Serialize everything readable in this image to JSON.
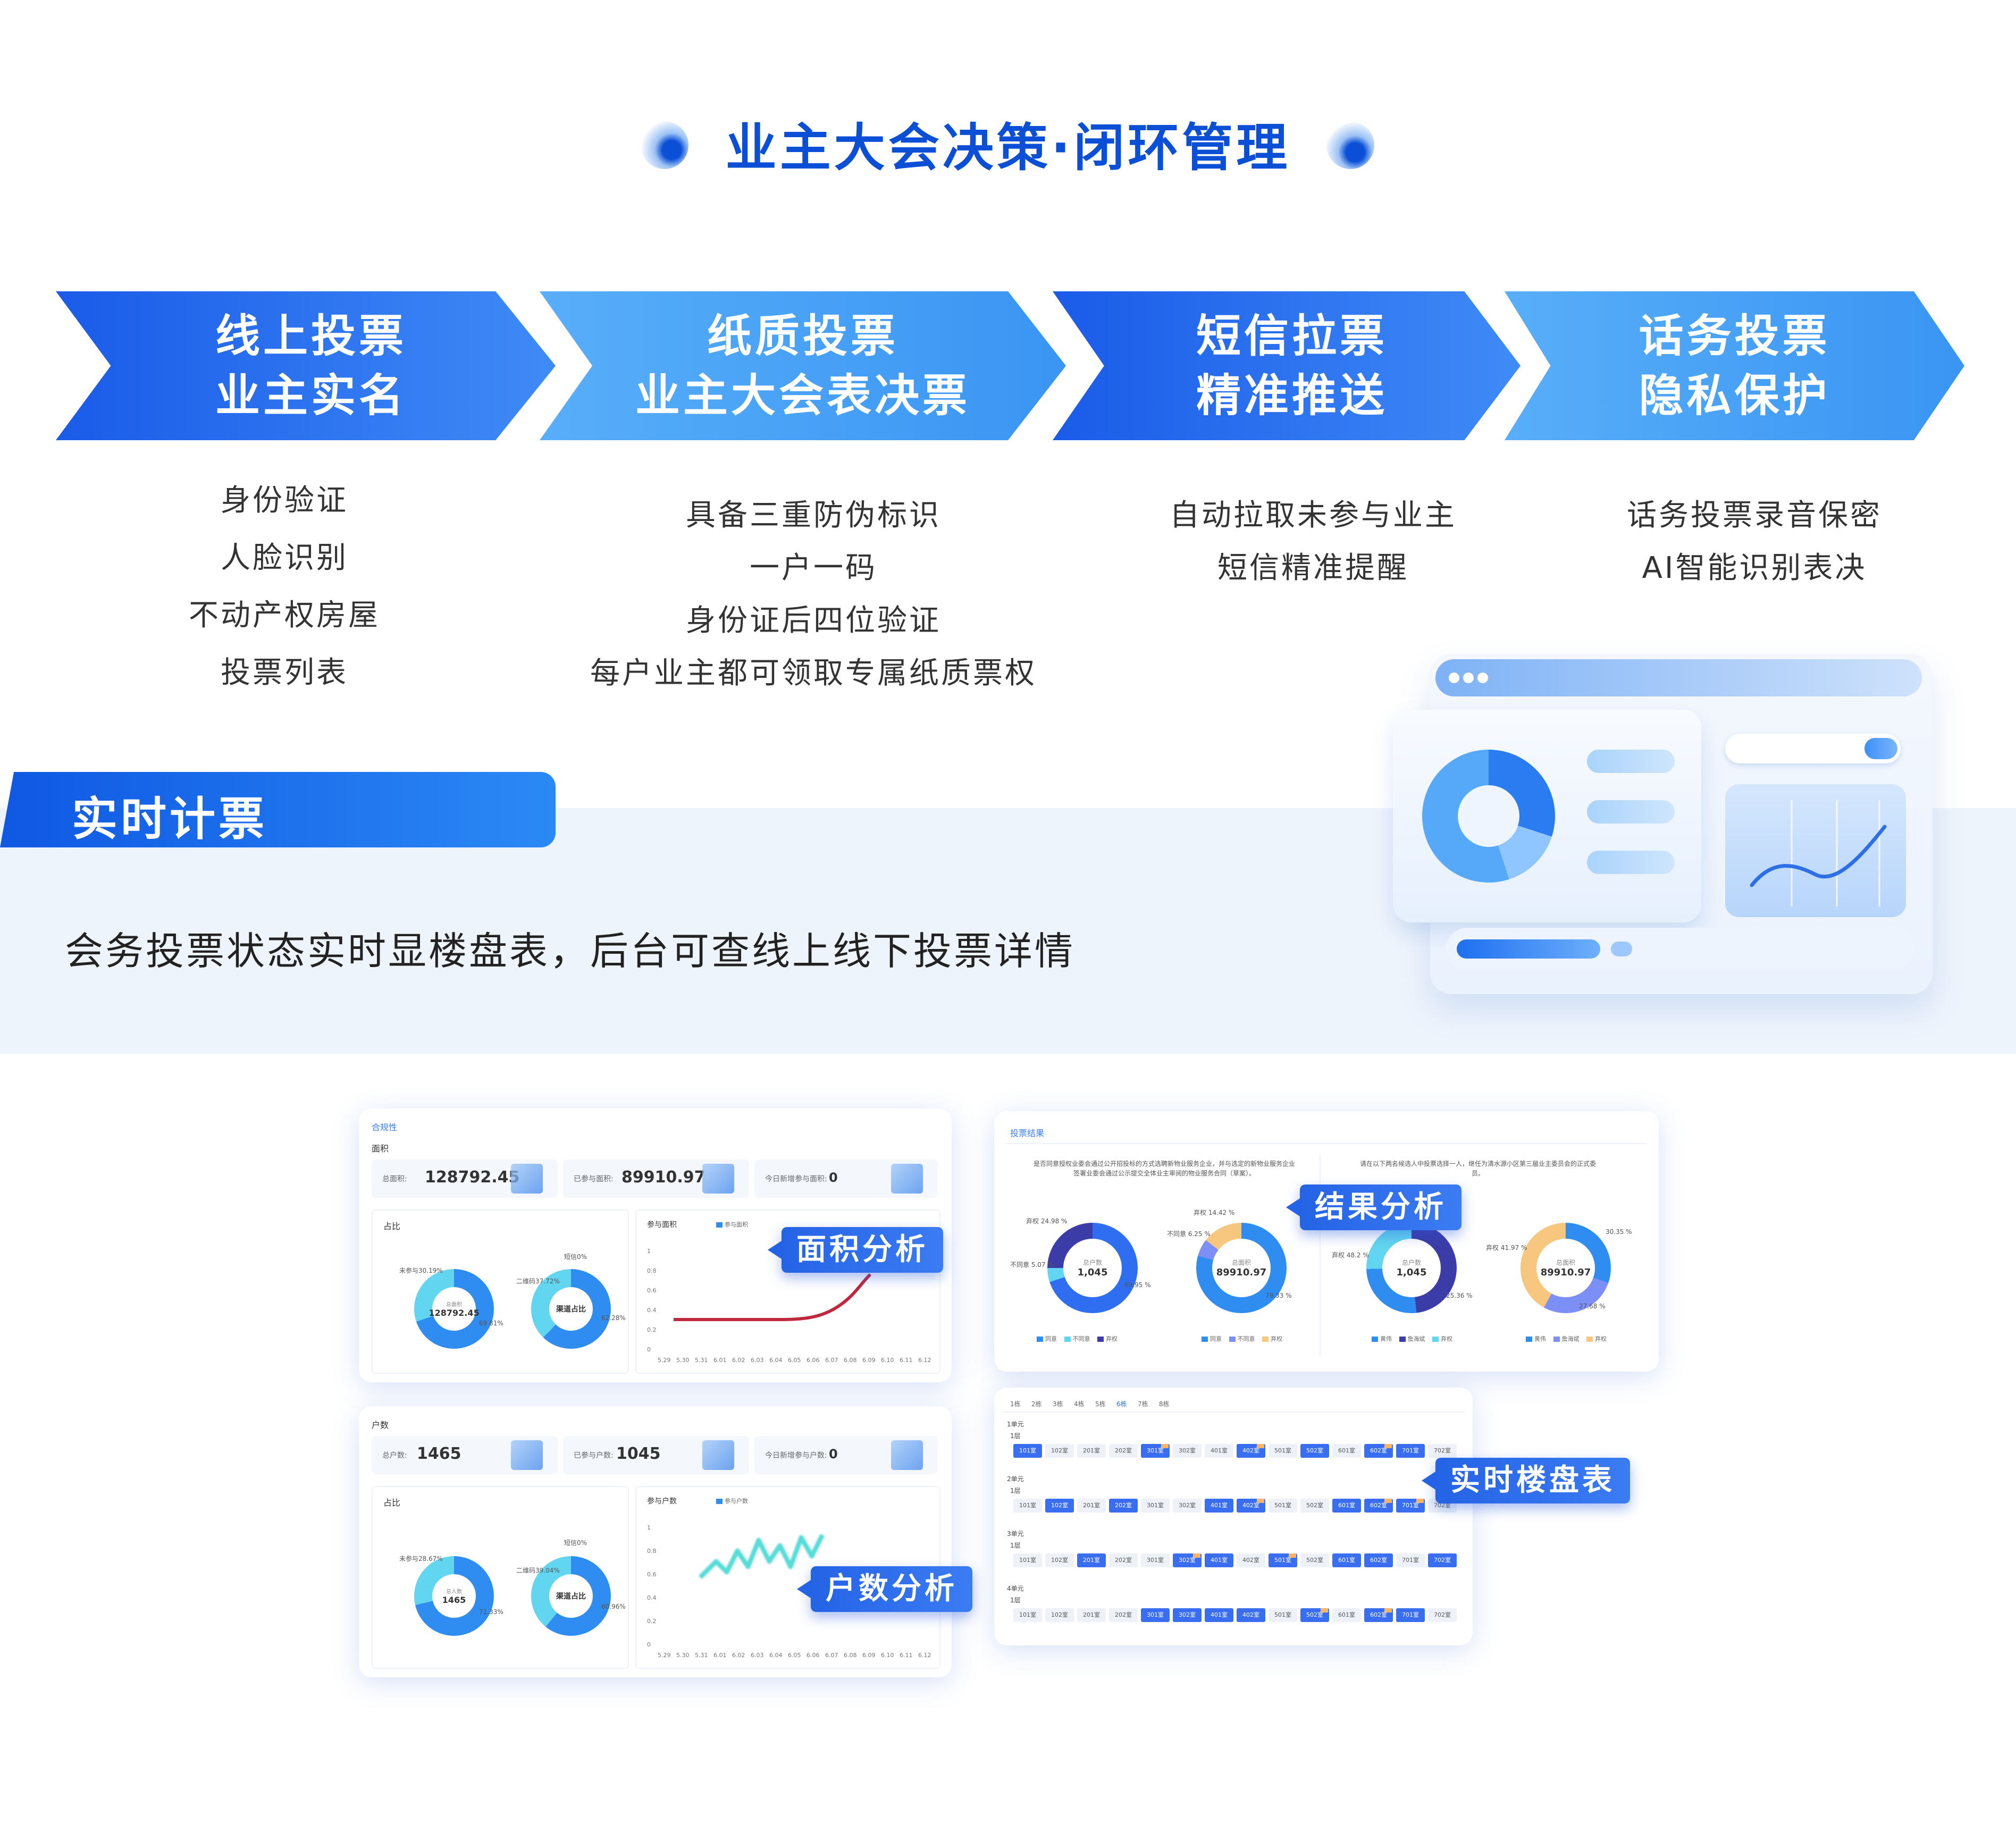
{
  "title": "业主大会决策·闭环管理",
  "steps": [
    {
      "line1": "线上投票",
      "line2": "业主实名",
      "features": [
        "身份验证",
        "人脸识别",
        "不动产权房屋",
        "投票列表"
      ]
    },
    {
      "line1": "纸质投票",
      "line2": "业主大会表决票",
      "features": [
        "具备三重防伪标识",
        "一户一码",
        "身份证后四位验证",
        "每户业主都可领取专属纸质票权"
      ]
    },
    {
      "line1": "短信拉票",
      "line2": "精准推送",
      "features": [
        "自动拉取未参与业主",
        "短信精准提醒"
      ]
    },
    {
      "line1": "话务投票",
      "line2": "隐私保护",
      "features": [
        "话务投票录音保密",
        "AI智能识别表决"
      ]
    }
  ],
  "realtime": {
    "label": "实时计票",
    "description": "会务投票状态实时显楼盘表，后台可查线上线下投票详情"
  },
  "callouts": {
    "area": "面积分析",
    "households": "户数分析",
    "results": "结果分析",
    "building": "实时楼盘表"
  },
  "area_card": {
    "header": "合规性",
    "section": "面积",
    "stats": [
      {
        "label": "总面积:",
        "value": "128792.45"
      },
      {
        "label": "已参与面积:",
        "value": "89910.97"
      },
      {
        "label": "今日新增参与面积:",
        "value": "0"
      }
    ],
    "pie_title": "占比",
    "donut1_center": "128792.45",
    "donut1_small": "总面积",
    "donut1_labels": [
      "未参与30.19%",
      "69.81%"
    ],
    "donut2_center": "渠道占比",
    "donut2_labels": [
      "短信0%",
      "二维码37.72%",
      "62.28%"
    ],
    "line_title": "参与面积",
    "line_legend": "参与面积",
    "yticks": [
      "1",
      "0.8",
      "0.6",
      "0.4",
      "0.2",
      "0"
    ],
    "xticks": [
      "5.29",
      "5.30",
      "5.31",
      "6.01",
      "6.02",
      "6.03",
      "6.04",
      "6.05",
      "6.06",
      "6.07",
      "6.08",
      "6.09",
      "6.10",
      "6.11",
      "6.12"
    ]
  },
  "household_card": {
    "section": "户数",
    "stats": [
      {
        "label": "总户数:",
        "value": "1465"
      },
      {
        "label": "已参与户数:",
        "value": "1045"
      },
      {
        "label": "今日新增参与户数:",
        "value": "0"
      }
    ],
    "pie_title": "占比",
    "donut1_center": "1465",
    "donut1_small": "总人数",
    "donut1_labels": [
      "未参与28.67%",
      "71.33%"
    ],
    "donut2_center": "渠道占比",
    "donut2_labels": [
      "短信0%",
      "二维码39.04%",
      "60.96%"
    ],
    "line_title": "参与户数",
    "line_legend": "参与户数",
    "yticks": [
      "1",
      "0.8",
      "0.6",
      "0.4",
      "0.2",
      "0"
    ],
    "xticks": [
      "5.29",
      "5.30",
      "5.31",
      "6.01",
      "6.02",
      "6.03",
      "6.04",
      "6.05",
      "6.06",
      "6.07",
      "6.08",
      "6.09",
      "6.10",
      "6.11",
      "6.12"
    ]
  },
  "results_card": {
    "header": "投票结果",
    "question1": "是否同意授权业委会通过公开招投标的方式选聘新物业服务企业，并与选定的新物业服务企业签署业委会通过公示提交全体业主审阅的物业服务合同（草案）。",
    "question2": "请在以下两名候选人中投票选择一人，继任为清水源小区第三届业主委员会的正式委员。",
    "donuts": [
      {
        "label": "总户数",
        "value": "1,045",
        "notes": [
          "弃权 24.98 %",
          "不同意 5.07 %",
          "69.95 %"
        ]
      },
      {
        "label": "总面积",
        "value": "89910.97",
        "notes": [
          "弃权 14.42 %",
          "不同意 6.25 %",
          "79.33 %"
        ]
      },
      {
        "label": "总户数",
        "value": "1,045",
        "notes": [
          "弃权 48.2 %",
          "25.36 %"
        ]
      },
      {
        "label": "总面积",
        "value": "89910.97",
        "notes": [
          "弃权 41.97 %",
          "30.35 %",
          "27.68 %"
        ]
      }
    ],
    "legend1": [
      "同意",
      "不同意",
      "弃权"
    ],
    "legend2": [
      "黄伟",
      "詹海斌",
      "弃权"
    ]
  },
  "building_card": {
    "tabs": [
      "1栋",
      "2栋",
      "3栋",
      "4栋",
      "5栋",
      "6栋",
      "7栋",
      "8栋"
    ],
    "units": [
      "1单元",
      "2单元",
      "3单元",
      "4单元"
    ],
    "floor": "1层",
    "rooms": [
      "101室",
      "102室",
      "201室",
      "202室",
      "301室",
      "302室",
      "401室",
      "402室",
      "501室",
      "502室",
      "601室",
      "602室",
      "701室",
      "702室"
    ]
  },
  "colors": {
    "brand": "#0b4fd6",
    "accent": "#2b89f5",
    "light_arrow": "#58aef9",
    "donut_primary": "#2f8cf0",
    "donut_light": "#62d6f0",
    "line_red": "#c0283e",
    "line_cyan": "#45d9d3",
    "orange": "#f7b56a"
  }
}
